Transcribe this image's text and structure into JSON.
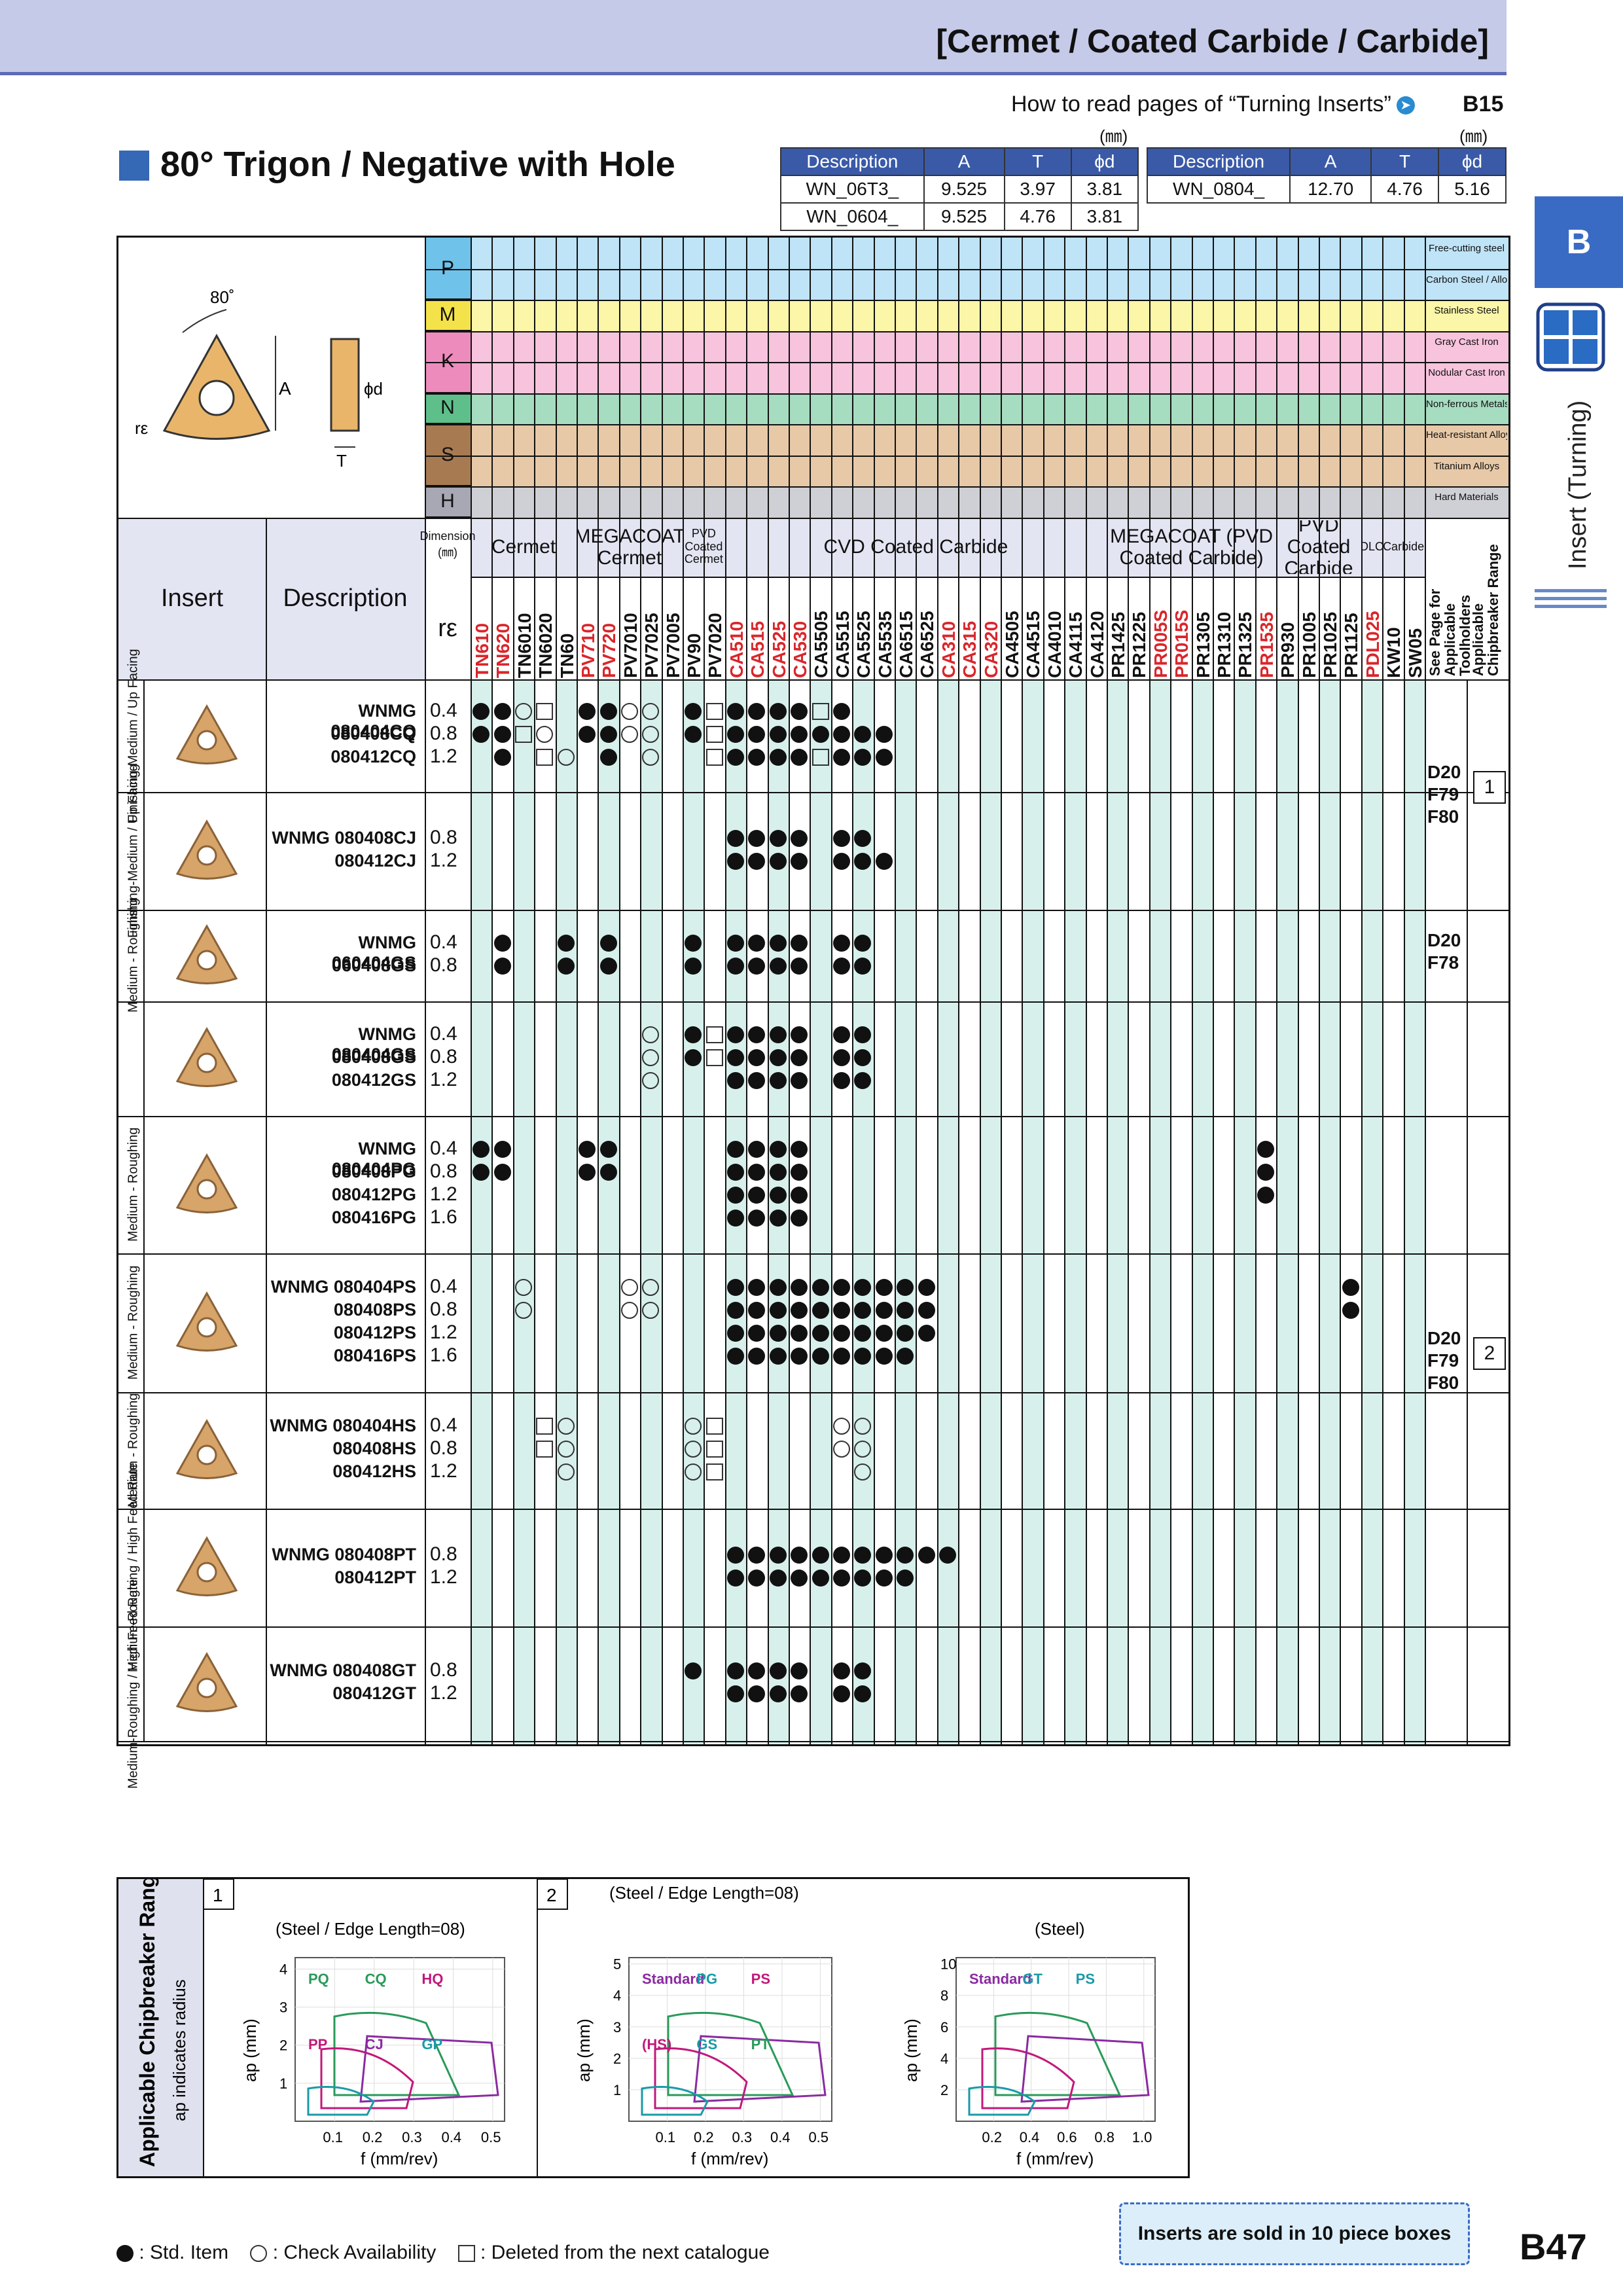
{
  "header": {
    "category": "[Cermet / Coated Carbide / Carbide]"
  },
  "howto": {
    "text": "How to read pages of “Turning Inserts”",
    "ref": "B15",
    "unit": "(㎜)"
  },
  "title": "80° Trigon / Negative with Hole",
  "dim_table_1": {
    "headers": [
      "Description",
      "A",
      "T",
      "ϕd"
    ],
    "rows": [
      [
        "WN_06T3_",
        "9.525",
        "3.97",
        "3.81"
      ],
      [
        "WN_0604_",
        "9.525",
        "4.76",
        "3.81"
      ]
    ]
  },
  "dim_table_2": {
    "headers": [
      "Description",
      "A",
      "T",
      "ϕd"
    ],
    "rows": [
      [
        "WN_0804_",
        "12.70",
        "4.76",
        "5.16"
      ]
    ]
  },
  "side_tab": {
    "letter": "B",
    "label": "Insert (Turning)"
  },
  "diagram": {
    "angle": "80˚",
    "A": "A",
    "T": "T",
    "d": "ϕd",
    "re": "rε"
  },
  "materials": [
    {
      "code": "P",
      "color": "#bfe3f7",
      "desc": [
        "Free-cutting steel",
        "Carbon Steel / Alloy Steel"
      ]
    },
    {
      "code": "M",
      "color": "#fbf6a8",
      "desc": [
        "Stainless Steel"
      ]
    },
    {
      "code": "K",
      "color": "#f7c3dd",
      "desc": [
        "Gray Cast Iron",
        "Nodular Cast Iron"
      ]
    },
    {
      "code": "N",
      "color": "#a6dcc0",
      "desc": [
        "Non-ferrous Metals"
      ]
    },
    {
      "code": "S",
      "color": "#e7c9a8",
      "desc": [
        "Heat-resistant Alloys",
        "Titanium Alloys"
      ]
    },
    {
      "code": "H",
      "color": "#cfcfd6",
      "desc": [
        "Hard Materials"
      ]
    }
  ],
  "header_labels": {
    "insert": "Insert",
    "description": "Description",
    "dimension": "Dimension (㎜)",
    "re": "rε",
    "cermet": "Cermet",
    "megacoat_cermet": "MEGACOAT Cermet",
    "pvd_cermet": "PVD Coated Cermet",
    "cvd": "CVD Coated Carbide",
    "megacoat_pvd": "MEGACOAT (PVD Coated Carbide)",
    "pvd_carbide": "PVD Coated Carbide",
    "dlc": "DLC",
    "carbide": "Carbide",
    "see_page": "See Page for Applicable Toolholders",
    "chipbreaker": "Applicable Chipbreaker Range"
  },
  "grades": [
    {
      "name": "TN610",
      "color": "#d9262b"
    },
    {
      "name": "TN620",
      "color": "#d9262b"
    },
    {
      "name": "TN6010",
      "color": "#111"
    },
    {
      "name": "TN6020",
      "color": "#111"
    },
    {
      "name": "TN60",
      "color": "#111"
    },
    {
      "name": "PV710",
      "color": "#d9262b"
    },
    {
      "name": "PV720",
      "color": "#d9262b"
    },
    {
      "name": "PV7010",
      "color": "#111"
    },
    {
      "name": "PV7025",
      "color": "#111"
    },
    {
      "name": "PV7005",
      "color": "#111"
    },
    {
      "name": "PV90",
      "color": "#111"
    },
    {
      "name": "PV7020",
      "color": "#111"
    },
    {
      "name": "CA510",
      "color": "#d9262b"
    },
    {
      "name": "CA515",
      "color": "#d9262b"
    },
    {
      "name": "CA525",
      "color": "#d9262b"
    },
    {
      "name": "CA530",
      "color": "#d9262b"
    },
    {
      "name": "CA5505",
      "color": "#111"
    },
    {
      "name": "CA5515",
      "color": "#111"
    },
    {
      "name": "CA5525",
      "color": "#111"
    },
    {
      "name": "CA5535",
      "color": "#111"
    },
    {
      "name": "CA6515",
      "color": "#111"
    },
    {
      "name": "CA6525",
      "color": "#111"
    },
    {
      "name": "CA310",
      "color": "#d9262b"
    },
    {
      "name": "CA315",
      "color": "#d9262b"
    },
    {
      "name": "CA320",
      "color": "#d9262b"
    },
    {
      "name": "CA4505",
      "color": "#111"
    },
    {
      "name": "CA4515",
      "color": "#111"
    },
    {
      "name": "CA4010",
      "color": "#111"
    },
    {
      "name": "CA4115",
      "color": "#111"
    },
    {
      "name": "CA4120",
      "color": "#111"
    },
    {
      "name": "PR1425",
      "color": "#111"
    },
    {
      "name": "PR1225",
      "color": "#111"
    },
    {
      "name": "PR005S",
      "color": "#d9262b"
    },
    {
      "name": "PR015S",
      "color": "#d9262b"
    },
    {
      "name": "PR1305",
      "color": "#111"
    },
    {
      "name": "PR1310",
      "color": "#111"
    },
    {
      "name": "PR1325",
      "color": "#111"
    },
    {
      "name": "PR1535",
      "color": "#d9262b"
    },
    {
      "name": "PR930",
      "color": "#111"
    },
    {
      "name": "PR1005",
      "color": "#111"
    },
    {
      "name": "PR1025",
      "color": "#111"
    },
    {
      "name": "PR1125",
      "color": "#111"
    },
    {
      "name": "PDL025",
      "color": "#d9262b"
    },
    {
      "name": "KW10",
      "color": "#111"
    },
    {
      "name": "SW05",
      "color": "#111"
    }
  ],
  "groups": [
    {
      "class": "Finishing-Medium / Up Facing",
      "codes": [
        "WNMG 080404CQ",
        "080408CQ",
        "080412CQ"
      ],
      "re": [
        "0.4",
        "0.8",
        "1.2"
      ]
    },
    {
      "class": "Finishing-Medium / Up Facing",
      "codes": [
        "WNMG 080408CJ",
        "080412CJ"
      ],
      "re": [
        "0.8",
        "1.2"
      ]
    },
    {
      "class": "Medium - Roughing",
      "codes": [
        "WNMG 060404GS",
        "060408GS"
      ],
      "re": [
        "0.4",
        "0.8"
      ]
    },
    {
      "class": "",
      "codes": [
        "WNMG 080404GS",
        "080408GS",
        "080412GS"
      ],
      "re": [
        "0.4",
        "0.8",
        "1.2"
      ]
    },
    {
      "class": "Medium - Roughing",
      "codes": [
        "WNMG 080404PG",
        "080408PG",
        "080412PG",
        "080416PG"
      ],
      "re": [
        "0.4",
        "0.8",
        "1.2",
        "1.6"
      ]
    },
    {
      "class": "Medium - Roughing",
      "codes": [
        "WNMG 080404PS",
        "080408PS",
        "080412PS",
        "080416PS"
      ],
      "re": [
        "0.4",
        "0.8",
        "1.2",
        "1.6"
      ]
    },
    {
      "class": "Medium - Roughing",
      "codes": [
        "WNMG 080404HS",
        "080408HS",
        "080412HS"
      ],
      "re": [
        "0.4",
        "0.8",
        "1.2"
      ]
    },
    {
      "class": "Medium-Roughing / High Feed Rate",
      "codes": [
        "WNMG 080408PT",
        "080412PT"
      ],
      "re": [
        "0.8",
        "1.2"
      ]
    },
    {
      "class": "Medium-Roughing / High Feed Rate",
      "codes": [
        "WNMG 080408GT",
        "080412GT"
      ],
      "re": [
        "0.8",
        "1.2"
      ]
    }
  ],
  "toolholder_refs": [
    {
      "pages": [
        "D20",
        "F79",
        "F80"
      ],
      "range": "1"
    },
    {
      "pages": [
        "D20",
        "F78"
      ],
      "range": ""
    },
    {
      "pages": [
        "D20",
        "F79",
        "F80"
      ],
      "range": "2"
    }
  ],
  "chipbreaker_section": {
    "title": "Applicable Chipbreaker Range",
    "subtitle": "ap indicates radius",
    "panels": [
      {
        "num": "1",
        "caption": "(Steel / Edge Length=08)",
        "ylabel": "ap (mm)",
        "xlabel": "f (mm/rev)",
        "yticks": [
          "1",
          "2",
          "3",
          "4"
        ],
        "xticks": [
          "0.1",
          "0.2",
          "0.3",
          "0.4",
          "0.5"
        ],
        "labels": [
          {
            "t": "PQ",
            "c": "#2a9a5a"
          },
          {
            "t": "CQ",
            "c": "#2a9a5a"
          },
          {
            "t": "HQ",
            "c": "#c2187a"
          },
          {
            "t": "PP",
            "c": "#c2187a"
          },
          {
            "t": "CJ",
            "c": "#8a2aa0"
          },
          {
            "t": "GP",
            "c": "#1a9aa8"
          }
        ]
      },
      {
        "num": "2",
        "caption": "(Steel / Edge Length=08)",
        "ylabel": "ap (mm)",
        "xlabel": "f (mm/rev)",
        "yticks": [
          "1",
          "2",
          "3",
          "4",
          "5"
        ],
        "xticks": [
          "0.1",
          "0.2",
          "0.3",
          "0.4",
          "0.5"
        ],
        "labels": [
          {
            "t": "Standard",
            "c": "#8a2aa0"
          },
          {
            "t": "PG",
            "c": "#1a9aa8"
          },
          {
            "t": "PS",
            "c": "#c2187a"
          },
          {
            "t": "(HS)",
            "c": "#c2187a"
          },
          {
            "t": "GS",
            "c": "#1a9aa8"
          },
          {
            "t": "PT",
            "c": "#2a9a5a"
          }
        ]
      },
      {
        "num": "",
        "caption": "(Steel)",
        "ylabel": "ap (mm)",
        "xlabel": "f (mm/rev)",
        "yticks": [
          "2",
          "4",
          "6",
          "8",
          "10"
        ],
        "xticks": [
          "0.2",
          "0.4",
          "0.6",
          "0.8",
          "1.0"
        ],
        "labels": [
          {
            "t": "Standard",
            "c": "#8a2aa0"
          },
          {
            "t": "GT",
            "c": "#1a9aa8"
          },
          {
            "t": "PS",
            "c": "#1a9aa8"
          }
        ]
      }
    ]
  },
  "legend": {
    "std": ": Std. Item",
    "chk": ": Check Availability",
    "del": ": Deleted from the next catalogue"
  },
  "pieces_note": "Inserts are sold in 10 piece boxes",
  "page_number": "B47"
}
